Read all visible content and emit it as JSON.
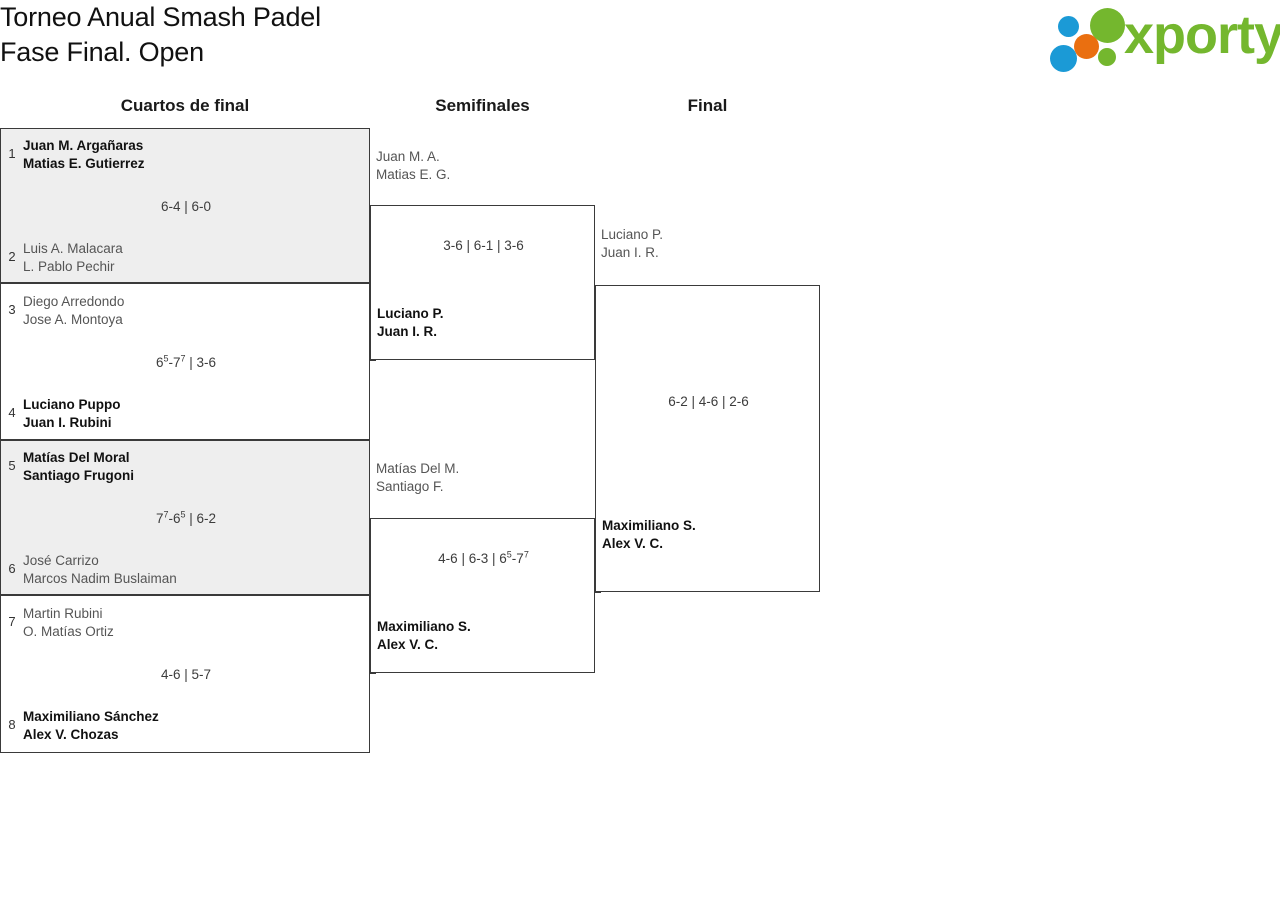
{
  "header": {
    "title_line1": "Torneo Anual Smash Padel",
    "title_line2": "Fase Final. Open",
    "logo_wordmark": "xporty"
  },
  "rounds": [
    {
      "label": "Cuartos de final"
    },
    {
      "label": "Semifinales"
    },
    {
      "label": "Final"
    }
  ],
  "quarterfinals": [
    {
      "score_plain": "6-4 | 6-0",
      "top": {
        "seed": "1",
        "player1": "Juan M. Argañaras",
        "player2": "Matias E. Gutierrez",
        "result": "winner"
      },
      "bottom": {
        "seed": "2",
        "player1": "Luis A. Malacara",
        "player2": "L. Pablo Pechir",
        "result": "loser"
      }
    },
    {
      "score_plain": "6(5)-7(7) | 3-6",
      "top": {
        "seed": "3",
        "player1": "Diego Arredondo",
        "player2": "Jose A. Montoya",
        "result": "loser"
      },
      "bottom": {
        "seed": "4",
        "player1": "Luciano Puppo",
        "player2": "Juan I. Rubini",
        "result": "winner"
      }
    },
    {
      "score_plain": "7(7)-6(5) | 6-2",
      "top": {
        "seed": "5",
        "player1": "Matías Del Moral",
        "player2": "Santiago Frugoni",
        "result": "winner"
      },
      "bottom": {
        "seed": "6",
        "player1": "José Carrizo",
        "player2": "Marcos Nadim Buslaiman",
        "result": "loser"
      }
    },
    {
      "score_plain": "4-6 | 5-7",
      "top": {
        "seed": "7",
        "player1": "Martin Rubini",
        "player2": "O. Matías Ortiz",
        "result": "loser"
      },
      "bottom": {
        "seed": "8",
        "player1": "Maximiliano Sánchez",
        "player2": "Alex V. Chozas",
        "result": "winner"
      }
    }
  ],
  "semifinals": [
    {
      "score_plain": "3-6 | 6-1 | 3-6",
      "top": {
        "player1": "Juan M. A.",
        "player2": "Matias E. G.",
        "result": "loser"
      },
      "bottom": {
        "player1": "Luciano P.",
        "player2": "Juan I. R.",
        "result": "winner"
      }
    },
    {
      "score_plain": "4-6 | 6-3 | 6(5)-7(7)",
      "top": {
        "player1": "Matías Del M.",
        "player2": "Santiago F.",
        "result": "loser"
      },
      "bottom": {
        "player1": "Maximiliano S.",
        "player2": "Alex V. C.",
        "result": "winner"
      }
    }
  ],
  "final": [
    {
      "score_plain": "6-2 | 4-6 | 2-6",
      "top": {
        "player1": "Luciano P.",
        "player2": "Juan I. R.",
        "result": "loser"
      },
      "bottom": {
        "player1": "Maximiliano S.",
        "player2": "Alex V. C.",
        "result": "winner"
      }
    }
  ],
  "colors": {
    "shaded_row": "#eeeeee",
    "border": "#3a3a3a",
    "winner_text": "#111111",
    "loser_text": "#555555",
    "brand_green": "#74b72e",
    "brand_blue": "#1b9ad6",
    "brand_orange": "#ea6f10"
  }
}
